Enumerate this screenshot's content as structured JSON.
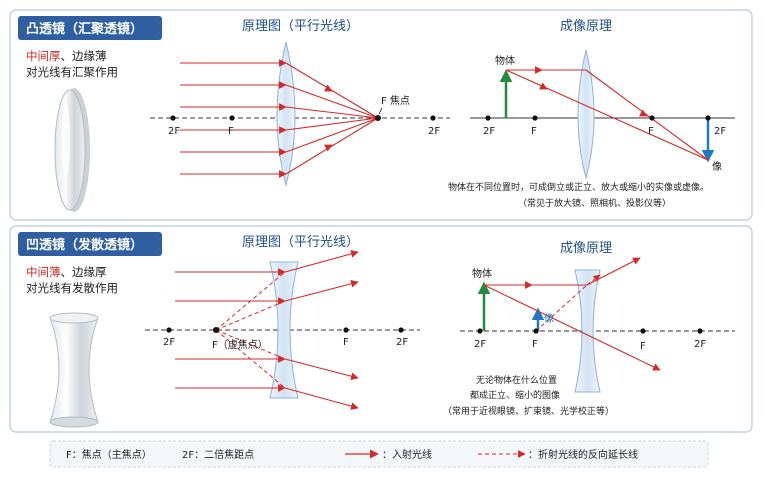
{
  "convex": {
    "header": "凸透镜（汇聚透镜）",
    "desc_red": "中间厚",
    "desc_rest": "、边缘薄",
    "desc_line2": "对光线有汇聚作用",
    "principle_title": "原理图（平行光线）",
    "principle_labels": {
      "two_f_left": "2F",
      "f_left": "F",
      "focus": "F 焦点",
      "two_f_right": "2F"
    },
    "imaging_title": "成像原理",
    "imaging_labels": {
      "object": "物体",
      "two_f_left": "2F",
      "f_left": "F",
      "f_right": "F",
      "two_f_right": "2F",
      "image": "像"
    },
    "note_line1": "物体在不同位置时，可成倒立或正立、放大或缩小的实像或虚像。",
    "note_line2": "（常见于放大镜、照相机、投影仪等）"
  },
  "concave": {
    "header": "凹透镜（发散透镜）",
    "desc_red": "中间薄",
    "desc_rest": "、边缘厚",
    "desc_line2": "对光线有发散作用",
    "principle_title": "原理图（平行光线）",
    "principle_labels": {
      "two_f_left": "2F",
      "f_left": "F（虚焦点）",
      "f_right": "F",
      "two_f_right": "2F"
    },
    "imaging_title": "成像原理",
    "imaging_labels": {
      "object": "物体",
      "image": "像",
      "two_f_left": "2F",
      "f_left": "F",
      "f_right": "F",
      "two_f_right": "2F"
    },
    "note_line1": "无论物体在什么位置",
    "note_line2": "都成正立、缩小的图像",
    "note_line3": "（常用于近视眼镜、扩束镜、光学校正等）"
  },
  "legend": {
    "focus": "F：焦点（主焦点）",
    "double_focus": "2F：二倍焦距点",
    "incident": "：入射光线",
    "refracted_ext": "：折射光线的反向延长线"
  },
  "colors": {
    "ray": "#d42a2a",
    "object_arrow": "#1e8c3a",
    "image_arrow": "#1f78c8",
    "header_bg": "#2f5fa0",
    "title_blue": "#1f4f8f",
    "panel_border": "#b7c9de",
    "lens_fill": "#cfe2f3",
    "lens_stroke": "#8fb2d3"
  }
}
